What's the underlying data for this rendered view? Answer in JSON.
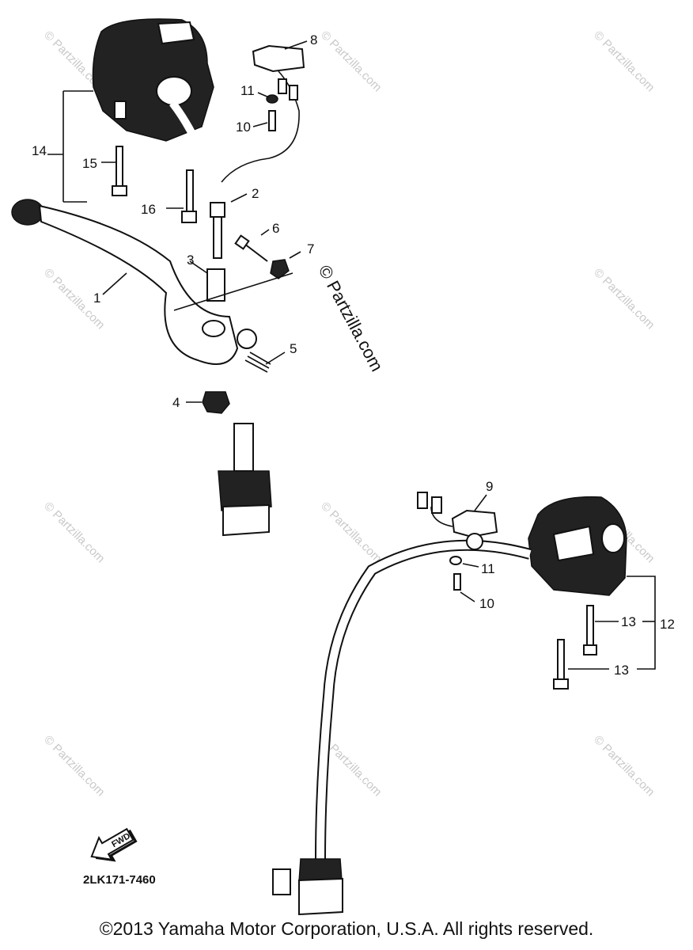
{
  "callouts": {
    "c1": "1",
    "c2": "2",
    "c3": "3",
    "c4": "4",
    "c5": "5",
    "c6": "6",
    "c7": "7",
    "c8": "8",
    "c9": "9",
    "c10a": "10",
    "c10b": "10",
    "c11a": "11",
    "c11b": "11",
    "c12": "12",
    "c13a": "13",
    "c13b": "13",
    "c14": "14",
    "c15": "15",
    "c16": "16"
  },
  "watermark_small": "© Partzilla.com",
  "watermark_center": "© Partzilla.com",
  "part_code": "2LK171-7460",
  "fwd_label": "FWD",
  "fwd_icon": "forward-arrow-icon",
  "copyright": "©2013  Yamaha Motor Corporation, U.S.A. All rights reserved."
}
